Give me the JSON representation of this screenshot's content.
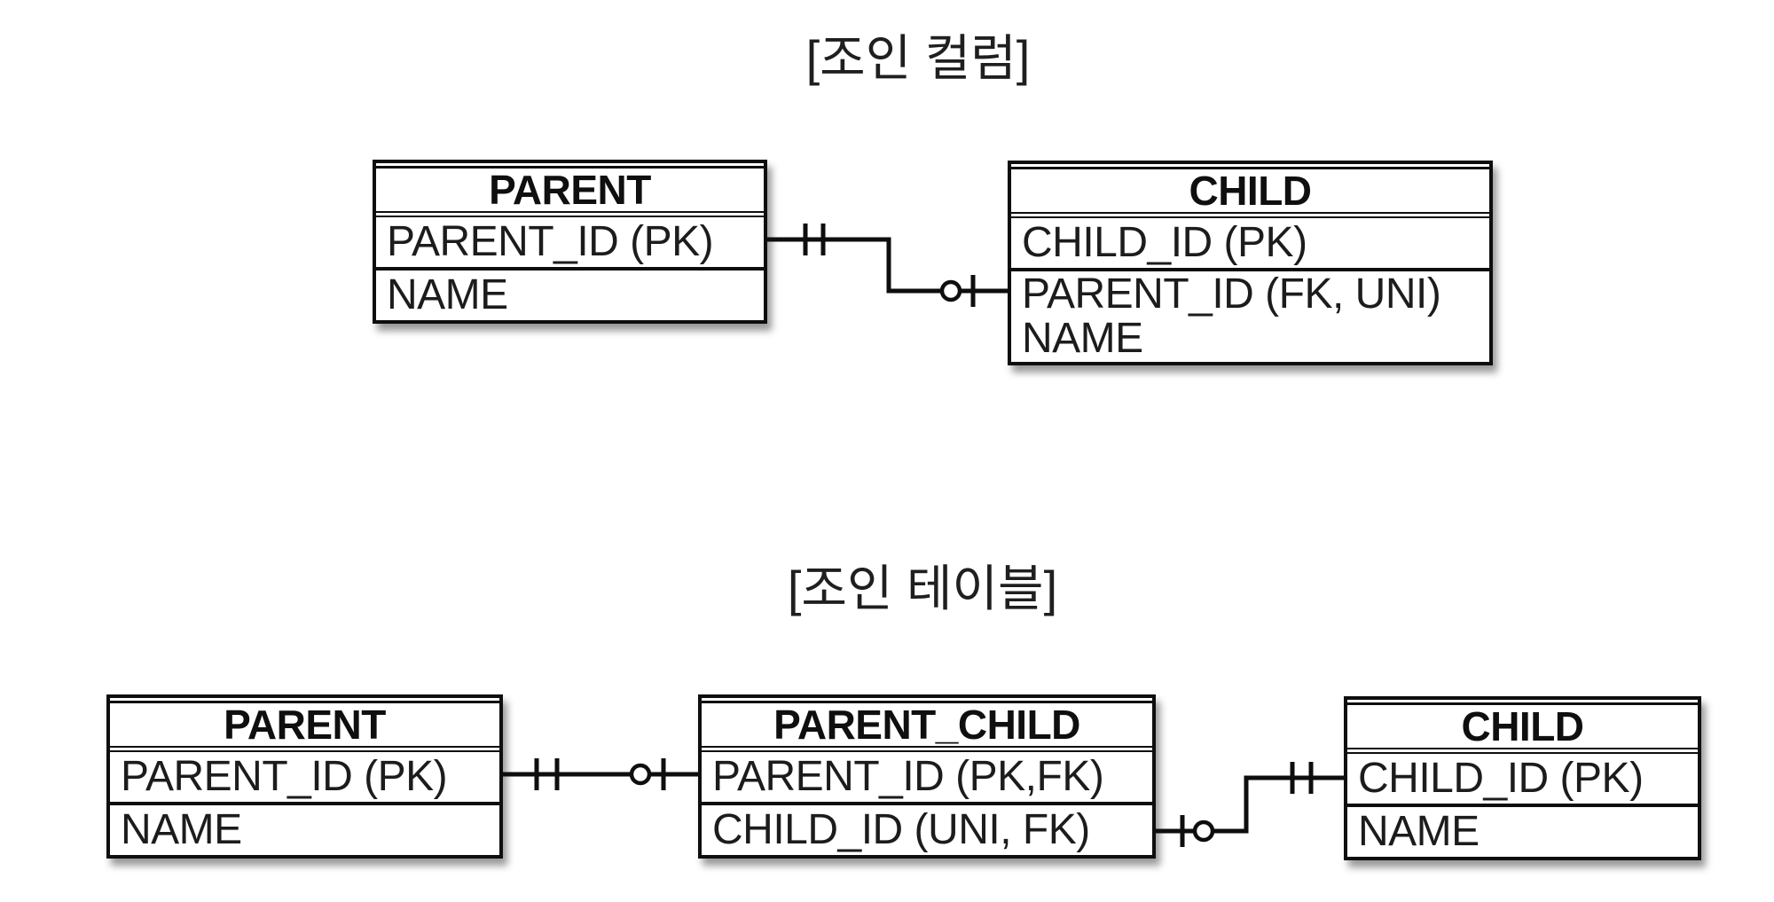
{
  "colors": {
    "line": "#0e0e0e",
    "text": "#1c1c1c",
    "background": "#ffffff"
  },
  "diagrams": [
    {
      "title": "[조인 컬럼]",
      "tables": [
        {
          "name": "PARENT",
          "cells": [
            [
              "PARENT_ID (PK)"
            ],
            [
              "NAME"
            ]
          ]
        },
        {
          "name": "CHILD",
          "cells": [
            [
              "CHILD_ID (PK)"
            ],
            [
              "PARENT_ID (FK, UNI)",
              "NAME"
            ]
          ]
        }
      ],
      "relationships": [
        {
          "from": "PARENT",
          "to": "CHILD",
          "from_marker": "one-and-only-one",
          "to_marker": "zero-or-one"
        }
      ]
    },
    {
      "title": "[조인 테이블]",
      "tables": [
        {
          "name": "PARENT",
          "cells": [
            [
              "PARENT_ID (PK)"
            ],
            [
              "NAME"
            ]
          ]
        },
        {
          "name": "PARENT_CHILD",
          "cells": [
            [
              "PARENT_ID (PK,FK)"
            ],
            [
              "CHILD_ID (UNI, FK)"
            ]
          ]
        },
        {
          "name": "CHILD",
          "cells": [
            [
              "CHILD_ID (PK)"
            ],
            [
              "NAME"
            ]
          ]
        }
      ],
      "relationships": [
        {
          "from": "PARENT",
          "to": "PARENT_CHILD",
          "from_marker": "one-and-only-one",
          "to_marker": "zero-or-one"
        },
        {
          "from": "PARENT_CHILD",
          "to": "CHILD",
          "from_marker": "zero-or-one",
          "to_marker": "one-and-only-one"
        }
      ]
    }
  ]
}
